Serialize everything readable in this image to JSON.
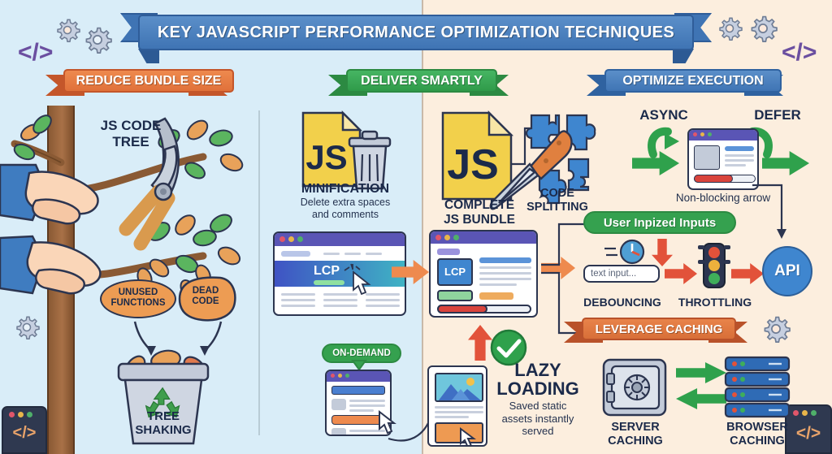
{
  "title": "KEY JAVASCRIPT PERFORMANCE OPTIMIZATION TECHNIQUES",
  "colors": {
    "title_banner": "#3f74b4",
    "left_bg": "#d9edf8",
    "right_bg": "#fceede",
    "orange": "#e8783c",
    "green": "#35a14f",
    "blue": "#3c7bc4",
    "red_arrow": "#e2523a",
    "dark_text": "#1b2a4a",
    "js_yellow": "#f2d04b",
    "purple_code": "#6b4fa0"
  },
  "sections": [
    {
      "id": "reduce-bundle-size",
      "label": "REDUCE BUNDLE SIZE",
      "color": "#e8783c"
    },
    {
      "id": "deliver-smartly",
      "label": "DELIVER SMARTLY",
      "color": "#35a14f"
    },
    {
      "id": "optimize-execution",
      "label": "OPTIMIZE EXECUTION",
      "color": "#3c7bc4"
    }
  ],
  "tree_shaking": {
    "tree_label": "JS CODE\nTREE",
    "tree_label_line1": "JS CODE",
    "tree_label_line2": "TREE",
    "bubble_unused": "UNUSED\nFUNCTIONS",
    "bubble_unused_line1": "UNUSED",
    "bubble_unused_line2": "FUNCTIONS",
    "bubble_dead": "DEAD\nCODE",
    "bubble_dead_line1": "DEAD",
    "bubble_dead_line2": "CODE",
    "bin_label_line1": "TREE",
    "bin_label_line2": "SHAKING",
    "bin_icon": "recycle-icon"
  },
  "minification": {
    "file_label": "JS",
    "title": "MINIFICATION",
    "desc_line1": "Delete extra spaces",
    "desc_line2": "and comments",
    "trash_icon": "trash-icon"
  },
  "lcp_first": {
    "hero_label": "LCP",
    "cursor_icon": "cursor-icon"
  },
  "lcp_second": {
    "hero_label": "LCP"
  },
  "on_demand": {
    "badge": "ON-DEMAND",
    "cursor_icon": "cursor-icon"
  },
  "code_splitting": {
    "file_label": "JS",
    "bundle_line1": "COMPLETE",
    "bundle_line2": "JS BUNDLE",
    "split_line1": "CODE",
    "split_line2": "SPLITTING",
    "knife_icon": "knife-icon",
    "puzzle_icon": "puzzle-piece-icon"
  },
  "lazy_loading": {
    "check_icon": "check-circle-icon",
    "title_line1": "LAZY",
    "title_line2": "LOADING",
    "desc_line1": "Saved static",
    "desc_line2": "assets instantly",
    "desc_line3": "served"
  },
  "execution": {
    "async_label": "ASYNC",
    "defer_label": "DEFER",
    "nonblocking_caption": "Non-blocking arrow"
  },
  "inputs": {
    "badge": "User Inpized Inputs",
    "text_input_value": "text input...",
    "debouncing_label": "DEBOUNCING",
    "throttling_label": "THROTTLING",
    "clock_icon": "clock-icon",
    "traffic_light_icon": "traffic-light-icon",
    "api_label": "API"
  },
  "caching": {
    "banner": "LEVERAGE CACHING",
    "server_line1": "SERVER",
    "server_line2": "CACHING",
    "browser_line1": "BROWSER",
    "browser_line2": "CACHING",
    "safe_icon": "safe-vault-icon",
    "server_stack_icon": "server-stack-icon"
  },
  "decorations": {
    "code_glyph": "</>",
    "gear_icon": "gear-icon",
    "code_window_icon": "code-window-icon"
  }
}
